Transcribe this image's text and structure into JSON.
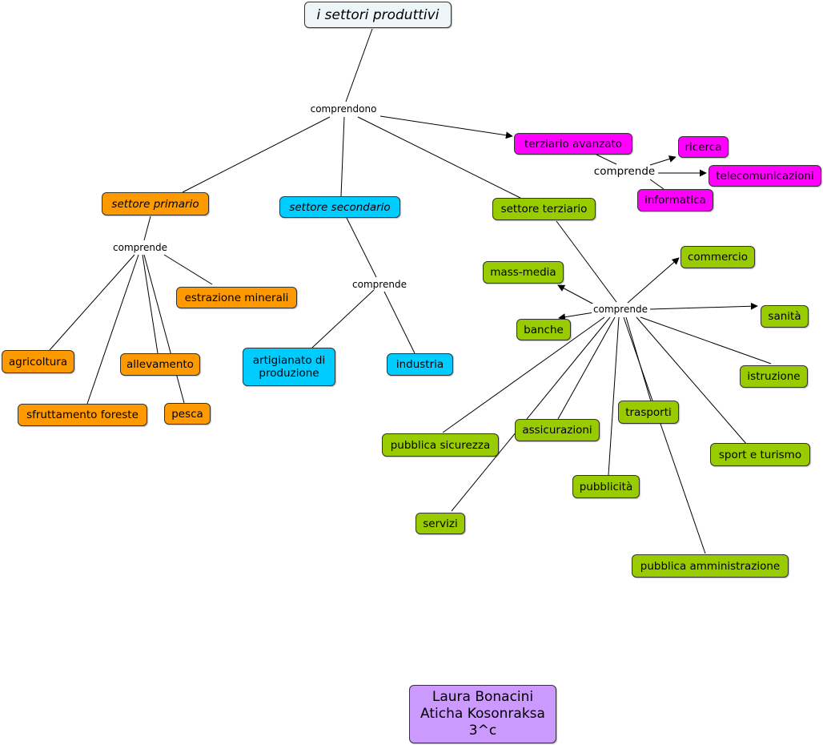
{
  "colors": {
    "title": "#eef5f8",
    "primary": "#ff9900",
    "secondary": "#00ccff",
    "tertiary": "#99cc00",
    "advanced": "#ff00ff",
    "authors": "#cc99ff",
    "line": "#000000"
  },
  "title": "i settori produttivi",
  "links": {
    "main": "comprendono",
    "primario": "comprende",
    "secondario": "comprende",
    "terziario": "comprende",
    "avanzato": "comprende"
  },
  "sectors": {
    "primario": "settore primario",
    "secondario": "settore secondario",
    "terziario": "settore terziario",
    "avanzato": "terziario avanzato"
  },
  "primario_items": {
    "agricoltura": "agricoltura",
    "sfruttamento": "sfruttamento foreste",
    "allevamento": "allevamento",
    "pesca": "pesca",
    "estrazione": "estrazione minerali"
  },
  "secondario_items": {
    "artigianato": "artigianato di produzione",
    "industria": "industria"
  },
  "terziario_items": {
    "massmedia": "mass-media",
    "banche": "banche",
    "commercio": "commercio",
    "sanita": "sanità",
    "istruzione": "istruzione",
    "sport": "sport e turismo",
    "trasporti": "trasporti",
    "assicurazioni": "assicurazioni",
    "pubblica_sicurezza": "pubblica sicurezza",
    "servizi": "servizi",
    "pubblicita": "pubblicità",
    "pubblica_amministrazione": "pubblica amministrazione"
  },
  "avanzato_items": {
    "ricerca": "ricerca",
    "telecomunicazioni": "telecomunicazioni",
    "informatica": "informatica"
  },
  "authors": {
    "line1": "Laura Bonacini",
    "line2": "Aticha Kosonraksa",
    "line3": "3^c"
  }
}
